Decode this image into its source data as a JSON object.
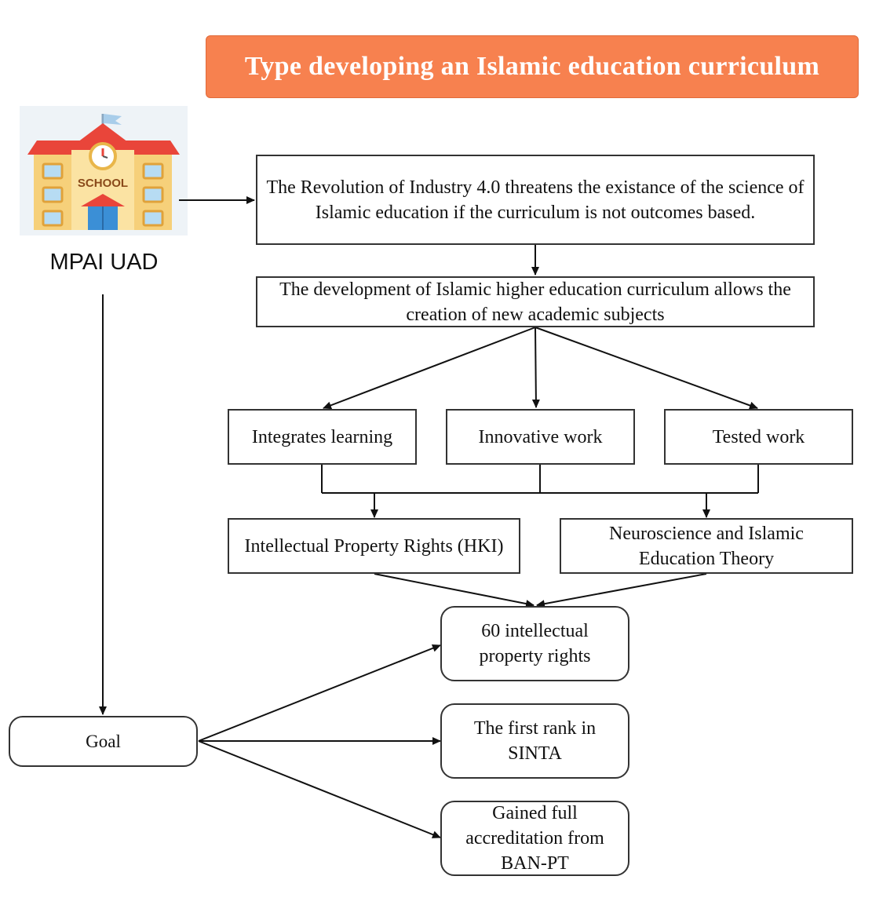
{
  "title": "Type developing an Islamic education curriculum",
  "school": {
    "icon": "school-building-icon",
    "sign_text": "SCHOOL",
    "label": "MPAI UAD"
  },
  "boxes": {
    "threat": "The Revolution of Industry 4.0 threatens the existance of the science of Islamic education if the curriculum is not outcomes based.",
    "development": "The development of Islamic higher education curriculum allows the creation of new academic subjects",
    "integrates": "Integrates learning",
    "innovative": "Innovative work",
    "tested": "Tested work",
    "hki": "Intellectual Property Rights (HKI)",
    "neuro": "Neuroscience and Islamic Education Theory",
    "ipr": "60 intellectual property rights",
    "sinta": "The first rank in SINTA",
    "banpt": "Gained full accreditation from BAN-PT",
    "goal": "Goal"
  },
  "colors": {
    "banner": "#f7814f",
    "stroke": "#333333",
    "roof": "#e9453a",
    "wall": "#f6d07a",
    "door": "#3b8fd6"
  }
}
